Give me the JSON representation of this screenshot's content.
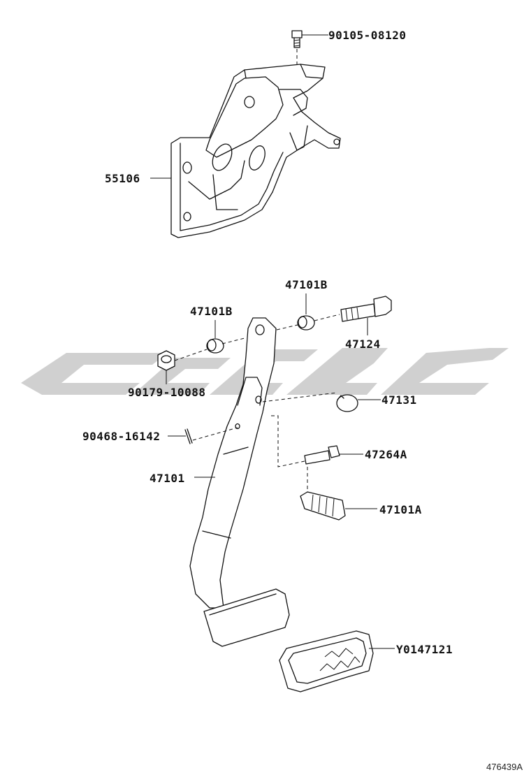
{
  "figure_id": "476439A",
  "parts": [
    {
      "part_no": "90105-08120"
    },
    {
      "part_no": "55106"
    },
    {
      "part_no": "47101B"
    },
    {
      "part_no": "47101B"
    },
    {
      "part_no": "47124"
    },
    {
      "part_no": "90179-10088"
    },
    {
      "part_no": "47131"
    },
    {
      "part_no": "90468-16142"
    },
    {
      "part_no": "47264A"
    },
    {
      "part_no": "47101"
    },
    {
      "part_no": "47101A"
    },
    {
      "part_no": "Y0147121"
    }
  ],
  "colors": {
    "line": "#111111",
    "watermark": "#c8c8c8",
    "background": "#ffffff"
  }
}
